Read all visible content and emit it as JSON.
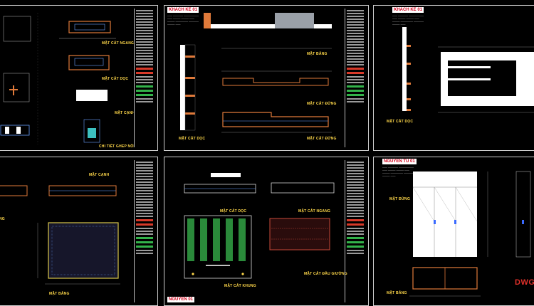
{
  "sheets": [
    {
      "labels": {
        "elevation": "MẶT CẮT NGANG",
        "section": "MẶT CẮT DỌC",
        "side": "MẶT CẠNH",
        "detail": "CHI TIẾT GHEP NỐI"
      }
    },
    {
      "title": "KHACH KE 01",
      "labels": {
        "plan": "MẶT BẰNG",
        "section": "MẶT CẮT DỌC",
        "section2": "MẶT CẮT ĐỨNG",
        "section3": "MẶT CẮT ĐỨNG"
      }
    },
    {
      "title": "KHACH KE 01",
      "labels": {
        "section": "MẶT CẮT DỌC"
      }
    },
    {
      "labels": {
        "side": "MẶT CẠNH",
        "plan": "MẶT BẰNG",
        "left": "NG"
      }
    },
    {
      "title": "NGUYEN 01",
      "labels": {
        "section": "MẶT CẮT DỌC",
        "cross": "MẶT CẮT NGANG",
        "front": "MẶT CẮT KHUNG",
        "base": "MẶT CẮT ĐẦU GIƯỜNG"
      }
    },
    {
      "title": "NGUYEN TU 01",
      "labels": {
        "front": "MẶT ĐỨNG",
        "plan": "MẶT BẰNG"
      }
    }
  ],
  "watermark": "DWG",
  "colors": {
    "background": "#000000",
    "frame": "#cfcfcf",
    "label": "#ffd84a",
    "title_bg": "#ffffff",
    "title_fg": "#d0001a",
    "accent_red": "#d83a2a",
    "accent_green": "#33b34a",
    "wood": "#e07a3a"
  }
}
